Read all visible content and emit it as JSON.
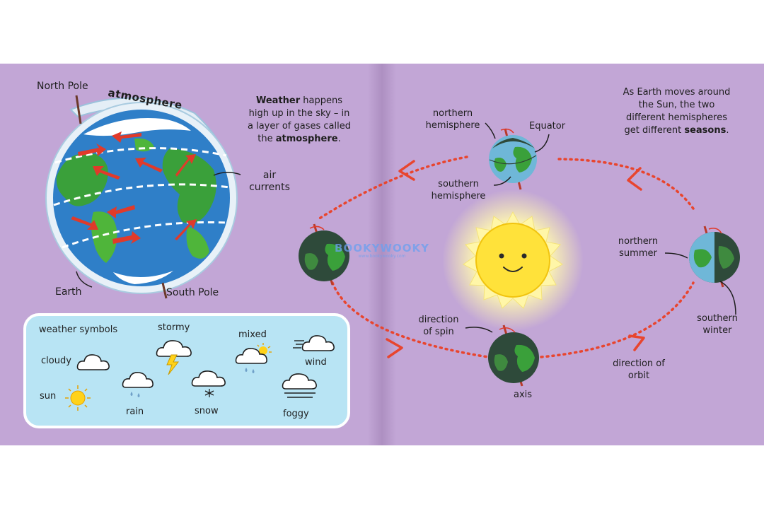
{
  "left_page": {
    "intro": {
      "bold_start": "Weather",
      "line1_rest": " happens",
      "line2": "high up in the sky – in",
      "line3": "a layer of gases called",
      "line4_pre": "the ",
      "line4_bold": "atmosphere",
      "line4_post": "."
    },
    "labels": {
      "north_pole": "North Pole",
      "atmosphere": "atmosphere",
      "air_currents_1": "air",
      "air_currents_2": "currents",
      "earth": "Earth",
      "south_pole": "South Pole"
    },
    "symbols": {
      "title": "weather symbols",
      "cloudy": "cloudy",
      "stormy": "stormy",
      "mixed": "mixed",
      "wind": "wind",
      "sun": "sun",
      "rain": "rain",
      "snow": "snow",
      "foggy": "foggy"
    }
  },
  "right_page": {
    "intro": {
      "line1": "As Earth moves around",
      "line2": "the Sun, the two",
      "line3": "different hemispheres",
      "line4_pre": "get different ",
      "line4_bold": "seasons",
      "line4_post": "."
    },
    "labels": {
      "northern_hemisphere_1": "northern",
      "northern_hemisphere_2": "hemisphere",
      "equator": "Equator",
      "southern_hemisphere_1": "southern",
      "southern_hemisphere_2": "hemisphere",
      "northern_summer_1": "northern",
      "northern_summer_2": "summer",
      "southern_winter_1": "southern",
      "southern_winter_2": "winter",
      "direction_of_spin_1": "direction",
      "direction_of_spin_2": "of spin",
      "axis": "axis",
      "direction_of_orbit_1": "direction of",
      "direction_of_orbit_2": "orbit"
    },
    "watermark": {
      "main": "BOOKYWOOKY",
      "sub": "www.bookywooky.com"
    }
  },
  "colors": {
    "page": "#c2a6d6",
    "ocean": "#2f7fc8",
    "land": "#3aa03a",
    "arrow": "#e03a2a",
    "sun": "#ffe23a",
    "box": "#b8e4f4",
    "orbit": "#e8452e"
  }
}
